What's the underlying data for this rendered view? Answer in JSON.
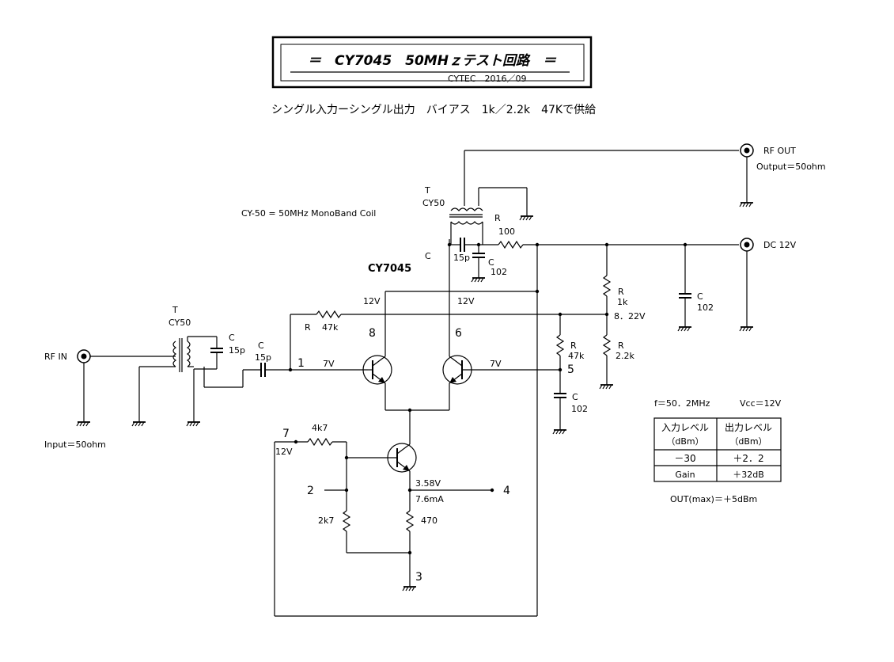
{
  "title": {
    "main": "＝　CY7045　50MHｚテスト回路　＝",
    "sub": "CYTEC　2016／09"
  },
  "subtitle": "シングル入力ーシングル出力　バイアス　1k／2.2k　47Kで供給",
  "coil_note": "CY-50 = 50MHz MonoBand Coil",
  "ic_name": "CY7045",
  "ports": {
    "rf_in": "RF IN",
    "input_impedance": "Input＝50ohm",
    "rf_out": "RF OUT",
    "output_impedance": "Output＝50ohm",
    "dc": "DC 12V"
  },
  "components": {
    "t_in_ref": "T",
    "t_in_val": "CY50",
    "c_tune_in_ref": "C",
    "c_tune_in_val": "15p",
    "c_couple_ref": "C",
    "c_couple_val": "15p",
    "t_out_ref": "T",
    "t_out_val": "CY50",
    "c_tune_out_ref": "C",
    "c_tune_out_val": "15p",
    "c_byp_out_ref": "C",
    "c_byp_out_val": "102",
    "r100_ref": "R",
    "r100_val": "100",
    "r_bias_in_ref": "R",
    "r_bias_in_val": "47k",
    "r_bias_right_ref": "R",
    "r_bias_right_val": "47k",
    "c_byp_right_ref": "C",
    "c_byp_right_val": "102",
    "r1k_ref": "R",
    "r1k_val": "1k",
    "r22k_ref": "R",
    "r22k_val": "2.2k",
    "c_dc_ref": "C",
    "c_dc_val": "102",
    "r4k7": "4k7",
    "r2k7": "2k7",
    "r470": "470"
  },
  "voltages": {
    "v_pin8": "12V",
    "v_pin6": "12V",
    "v_pin1": "7V",
    "v_pin5": "7V",
    "v_bias": "8．22V",
    "v_pin7": "12V",
    "v_emitter": "3.58V",
    "i_emitter": "7.6mA"
  },
  "pins": {
    "p1": "1",
    "p2": "2",
    "p3": "3",
    "p4": "4",
    "p5": "5",
    "p6": "6",
    "p7": "7",
    "p8": "8"
  },
  "spec": {
    "freq": "f＝50．2MHz",
    "vcc": "Vcc＝12V",
    "col_in": "入力レベル",
    "col_in_unit": "（dBm）",
    "col_out": "出力レベル",
    "col_out_unit": "（dBm）",
    "row_in": "－30",
    "row_out": "＋2．2",
    "gain_label": "Gain",
    "gain_value": "＋32dB",
    "out_max": "OUT(max)＝＋5dBm"
  }
}
